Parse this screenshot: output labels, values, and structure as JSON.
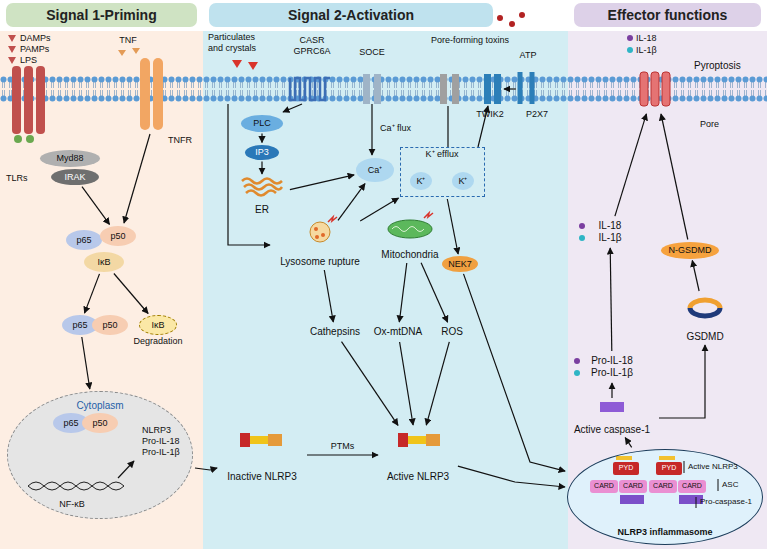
{
  "diagram": {
    "nodes": [
      {
        "text": [
          "Signal 1-Priming"
        ]
      },
      {
        "text": [
          "Signal 2-Activation"
        ]
      },
      {
        "text": [
          "Effector functions"
        ]
      },
      {
        "text": [
          "Myd88"
        ],
        "in": 0
      },
      {
        "text": [
          "IRAK"
        ],
        "in": 0
      },
      {
        "text": [
          "p65"
        ],
        "in": 0
      },
      {
        "text": [
          "p50"
        ],
        "in": 0
      },
      {
        "text": [
          "IκB"
        ],
        "in": 0
      },
      {
        "text": [
          "p65"
        ],
        "in": 0
      },
      {
        "text": [
          "p50"
        ],
        "in": 0
      },
      {
        "text": [
          "IκB",
          "Degradation"
        ],
        "in": 0
      },
      {
        "text": [
          "Cytoplasm"
        ],
        "in": 0
      },
      {
        "text": [
          "p65"
        ],
        "in": 11
      },
      {
        "text": [
          "p50"
        ],
        "in": 11
      },
      {
        "text": [
          "PLC"
        ],
        "in": 1
      },
      {
        "text": [
          "IP3"
        ],
        "in": 1
      },
      {
        "text": [
          "ER"
        ],
        "in": 1
      },
      {
        "text": [
          "Ca⁺"
        ],
        "in": 1
      },
      {
        "text": [
          "K⁺ efflux"
        ],
        "in": 1
      },
      {
        "text": [
          "K⁺"
        ],
        "in": 18
      },
      {
        "text": [
          "K⁺"
        ],
        "in": 18
      },
      {
        "text": [
          "Lysosome rupture"
        ],
        "in": 1
      },
      {
        "text": [
          "Mitochondria"
        ],
        "in": 1
      },
      {
        "text": [
          "Cathepsins"
        ],
        "in": 1
      },
      {
        "text": [
          "Ox-mtDNA"
        ],
        "in": 1
      },
      {
        "text": [
          "ROS"
        ],
        "in": 1
      },
      {
        "text": [
          "NEK7"
        ],
        "in": 1
      },
      {
        "text": [
          "Inactive NLRP3"
        ],
        "in": 1
      },
      {
        "text": [
          "Active NLRP3"
        ],
        "in": 1
      },
      {
        "text": [
          "Active caspase-1"
        ],
        "in": 2
      },
      {
        "text": [
          "Pro-IL-18",
          "Pro-IL-1β"
        ],
        "in": 2
      },
      {
        "text": [
          "IL-18",
          "IL-1β"
        ],
        "in": 2
      },
      {
        "text": [
          "GSDMD"
        ],
        "in": 2
      },
      {
        "text": [
          "N-GSDMD"
        ],
        "in": 2
      },
      {
        "text": [
          "Pyroptosis"
        ],
        "in": 2
      },
      {
        "text": [
          "NLRP3 inflammasome"
        ],
        "in": 2
      },
      {
        "text": [
          "PYD"
        ],
        "in": 35
      },
      {
        "text": [
          "PYD"
        ],
        "in": 35
      },
      {
        "text": [
          "CARD"
        ],
        "in": 35
      },
      {
        "text": [
          "CARD"
        ],
        "in": 35
      },
      {
        "text": [
          "CARD"
        ],
        "in": 35
      },
      {
        "text": [
          "CARD"
        ],
        "in": 35
      }
    ],
    "edges": [
      {
        "from": 4,
        "to": 6,
        "arrow": "to"
      },
      {
        "from": 7,
        "to": 8,
        "arrow": "to"
      },
      {
        "from": 7,
        "to": 10,
        "arrow": "to"
      },
      {
        "from": 8,
        "to": 11,
        "arrow": "to"
      },
      {
        "from": 11,
        "to": 27,
        "arrow": "to"
      },
      {
        "from": 14,
        "to": 15,
        "arrow": "to"
      },
      {
        "from": 15,
        "to": 16,
        "arrow": "to"
      },
      {
        "from": 16,
        "to": 17,
        "arrow": "to"
      },
      {
        "from": 21,
        "to": 17,
        "arrow": "to"
      },
      {
        "from": 21,
        "to": 18,
        "arrow": "to"
      },
      {
        "from": 21,
        "to": 23,
        "arrow": "to"
      },
      {
        "from": 22,
        "to": 24,
        "arrow": "to"
      },
      {
        "from": 22,
        "to": 25,
        "arrow": "to"
      },
      {
        "from": 27,
        "to": 28,
        "label": "PTMs",
        "arrow": "to"
      },
      {
        "from": 23,
        "to": 28,
        "arrow": "to"
      },
      {
        "from": 24,
        "to": 28,
        "arrow": "to"
      },
      {
        "from": 25,
        "to": 28,
        "arrow": "to"
      },
      {
        "from": 18,
        "to": 26,
        "arrow": "to"
      },
      {
        "from": 26,
        "to": 35,
        "arrow": "to"
      },
      {
        "from": 28,
        "to": 35,
        "arrow": "to"
      },
      {
        "from": 35,
        "to": 29,
        "arrow": "to"
      },
      {
        "from": 29,
        "to": 30,
        "arrow": "to"
      },
      {
        "from": 29,
        "to": 32,
        "arrow": "to"
      },
      {
        "from": 30,
        "to": 31,
        "arrow": "to"
      },
      {
        "from": 31,
        "to": 34,
        "arrow": "to"
      },
      {
        "from": 32,
        "to": 33,
        "arrow": "to"
      },
      {
        "from": 33,
        "to": 34,
        "arrow": "to"
      }
    ],
    "labels": [
      "DAMPs",
      "PAMPs",
      "LPS",
      "TNF",
      "TLRs",
      "TNFR",
      "NLRP3",
      "Pro-IL-18",
      "Pro-IL-1β",
      "NF-κB",
      "Particulates and crystals",
      "CASR",
      "GPRC6A",
      "SOCE",
      "Ca⁺ flux",
      "Pore-forming toxins",
      "ATP",
      "P2X7",
      "TWIK2",
      "IL-18",
      "IL-1β",
      "Pore",
      "Active NLRP3",
      "ASC",
      "Pro-caspase-1"
    ]
  }
}
